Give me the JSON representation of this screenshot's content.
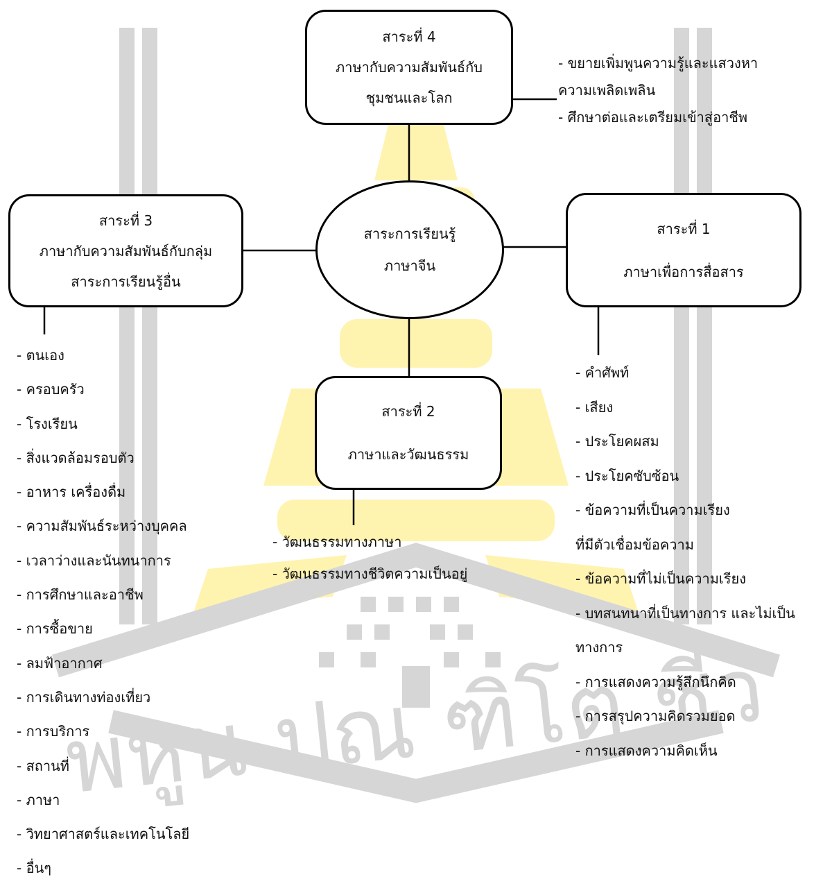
{
  "center": {
    "lines": [
      "สาระการเรียนรู้",
      "ภาษาจีน"
    ]
  },
  "strand4": {
    "lines": [
      "สาระที่ 4",
      "ภาษากับความสัมพันธ์กับ",
      "ชุมชนและโลก"
    ],
    "items": [
      "- ขยายเพิ่มพูนความรู้และแสวงหา",
      "ความเพลิดเพลิน",
      "- ศึกษาต่อและเตรียมเข้าสู่อาชีพ"
    ]
  },
  "strand3": {
    "lines": [
      "สาระที่ 3",
      "ภาษากับความสัมพันธ์กับกลุ่ม",
      "สาระการเรียนรู้อื่น"
    ],
    "items": [
      "- ตนเอง",
      "- ครอบครัว",
      "- โรงเรียน",
      "- สิ่งแวดล้อมรอบตัว",
      "- อาหาร เครื่องดื่ม",
      "- ความสัมพันธ์ระหว่างบุคคล",
      "- เวลาว่างและนันทนาการ",
      "- การศึกษาและอาชีพ",
      "- การซื้อขาย",
      "- ลมฟ้าอากาศ",
      "- การเดินทางท่องเที่ยว",
      "- การบริการ",
      "- สถานที่",
      "- ภาษา",
      "- วิทยาศาสตร์และเทคโนโลยี",
      "- อื่นๆ"
    ]
  },
  "strand1": {
    "lines": [
      "สาระที่ 1",
      "ภาษาเพื่อการสื่อสาร"
    ],
    "items": [
      "- คำศัพท์",
      "- เสียง",
      "- ประโยคผสม",
      "- ประโยคซับซ้อน",
      "- ข้อความที่เป็นความเรียง",
      "ที่มีตัวเชื่อมข้อความ",
      "- ข้อความที่ไม่เป็นความเรียง",
      "- บทสนทนาที่เป็นทางการ และไม่เป็น",
      "ทางการ",
      "- การแสดงความรู้สึกนึกคิด",
      "- การสรุปความคิดรวมยอด",
      "- การแสดงความคิดเห็น"
    ]
  },
  "strand2": {
    "lines": [
      "สาระที่ 2",
      "ภาษาและวัฒนธรรม"
    ],
    "items": [
      "- วัฒนธรรมทางภาษา",
      "- วัฒนธรรมทางชีวิตความเป็นอยู่"
    ]
  },
  "watermark_text": "พหูน ปณ ฑิโต ชีว",
  "colors": {
    "box_border": "#000000",
    "watermark_gray": "#d6d6d6",
    "watermark_yellow": "#fff3b0"
  }
}
